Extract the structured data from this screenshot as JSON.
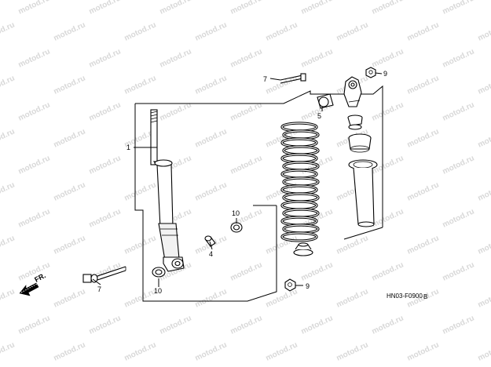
{
  "watermark": "motod.ru",
  "direction_label": "FR.",
  "drawing_code": "HN03-F0900",
  "drawing_rev": "B",
  "callouts": {
    "c1": "1",
    "c4": "4",
    "c5": "5",
    "c7_top": "7",
    "c7_bottom": "7",
    "c9_top": "9",
    "c9_bottom": "9",
    "c10_top": "10",
    "c10_bottom": "10"
  }
}
